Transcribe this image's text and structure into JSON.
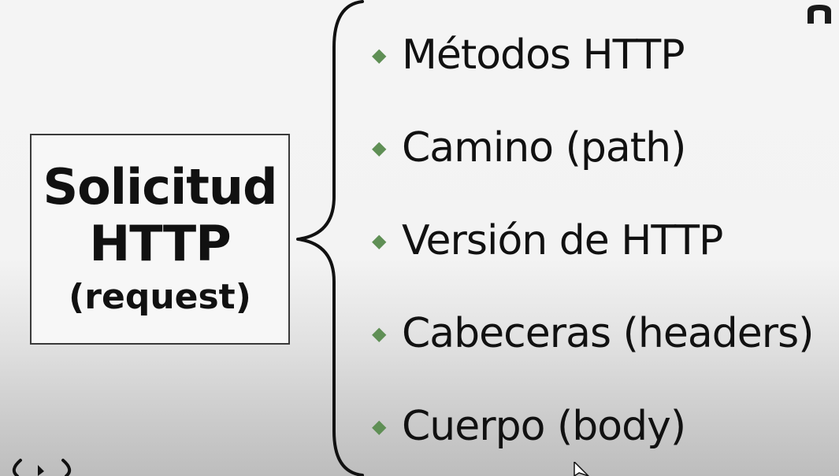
{
  "box": {
    "title_line1": "Solicitud",
    "title_line2": "HTTP",
    "subtitle": "(request)"
  },
  "items": [
    {
      "label": "Métodos HTTP"
    },
    {
      "label": "Camino (path)"
    },
    {
      "label": "Versión de HTTP"
    },
    {
      "label": "Cabeceras (headers)"
    },
    {
      "label": "Cuerpo (body)"
    }
  ],
  "colors": {
    "bullet": "#5f8f55",
    "text": "#111111",
    "box_border": "#3a3a3a"
  },
  "icons": {
    "bullet": "diamond-bullet-icon",
    "corner": "channel-logo-icon",
    "bottom": "brand-logo-icon",
    "pointer": "mouse-cursor-icon"
  }
}
